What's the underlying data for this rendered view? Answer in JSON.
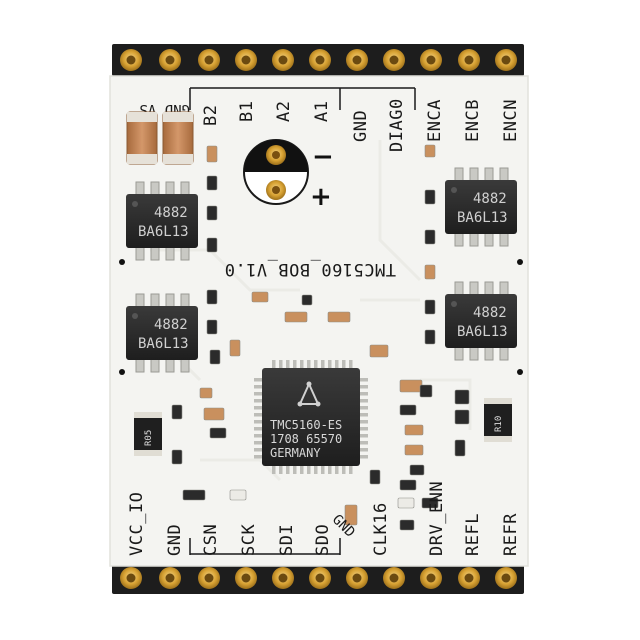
{
  "board": {
    "board_label": "TMC5160_BOB_V1.0",
    "ic_main": {
      "line1": "TMC5160-ES",
      "line2": "1708 65570",
      "line3": "GERMANY"
    },
    "mosfet_marking": {
      "line1": "4882",
      "line2": "BA6L13"
    },
    "top_labels": {
      "gnd_vs": "GND VS",
      "b2": "B2",
      "b1": "B1",
      "a2": "A2",
      "a1": "A1",
      "gnd": "GND",
      "diag0": "DIAG0",
      "enca": "ENCA",
      "encb": "ENCB",
      "encn": "ENCN"
    },
    "bottom_labels": {
      "vcc_io": "VCC_IO",
      "gnd": "GND",
      "csn": "CSN",
      "sck": "SCK",
      "sdi": "SDI",
      "sdo": "SDO",
      "clk16": "CLK16",
      "drv_enn": "DRV_ENN",
      "refl": "REFL",
      "refr": "REFR",
      "gnd_small": "GND"
    },
    "polarity": {
      "minus": "−",
      "plus": "+"
    },
    "resistor_r05": "R05",
    "resistor_r10": "R10",
    "colors": {
      "pcb": "#f4f4f1",
      "pad": "#d8a233",
      "pin": "#1d1d1d",
      "chip": "#2a2a2a",
      "cap": "#c98a5a"
    }
  }
}
